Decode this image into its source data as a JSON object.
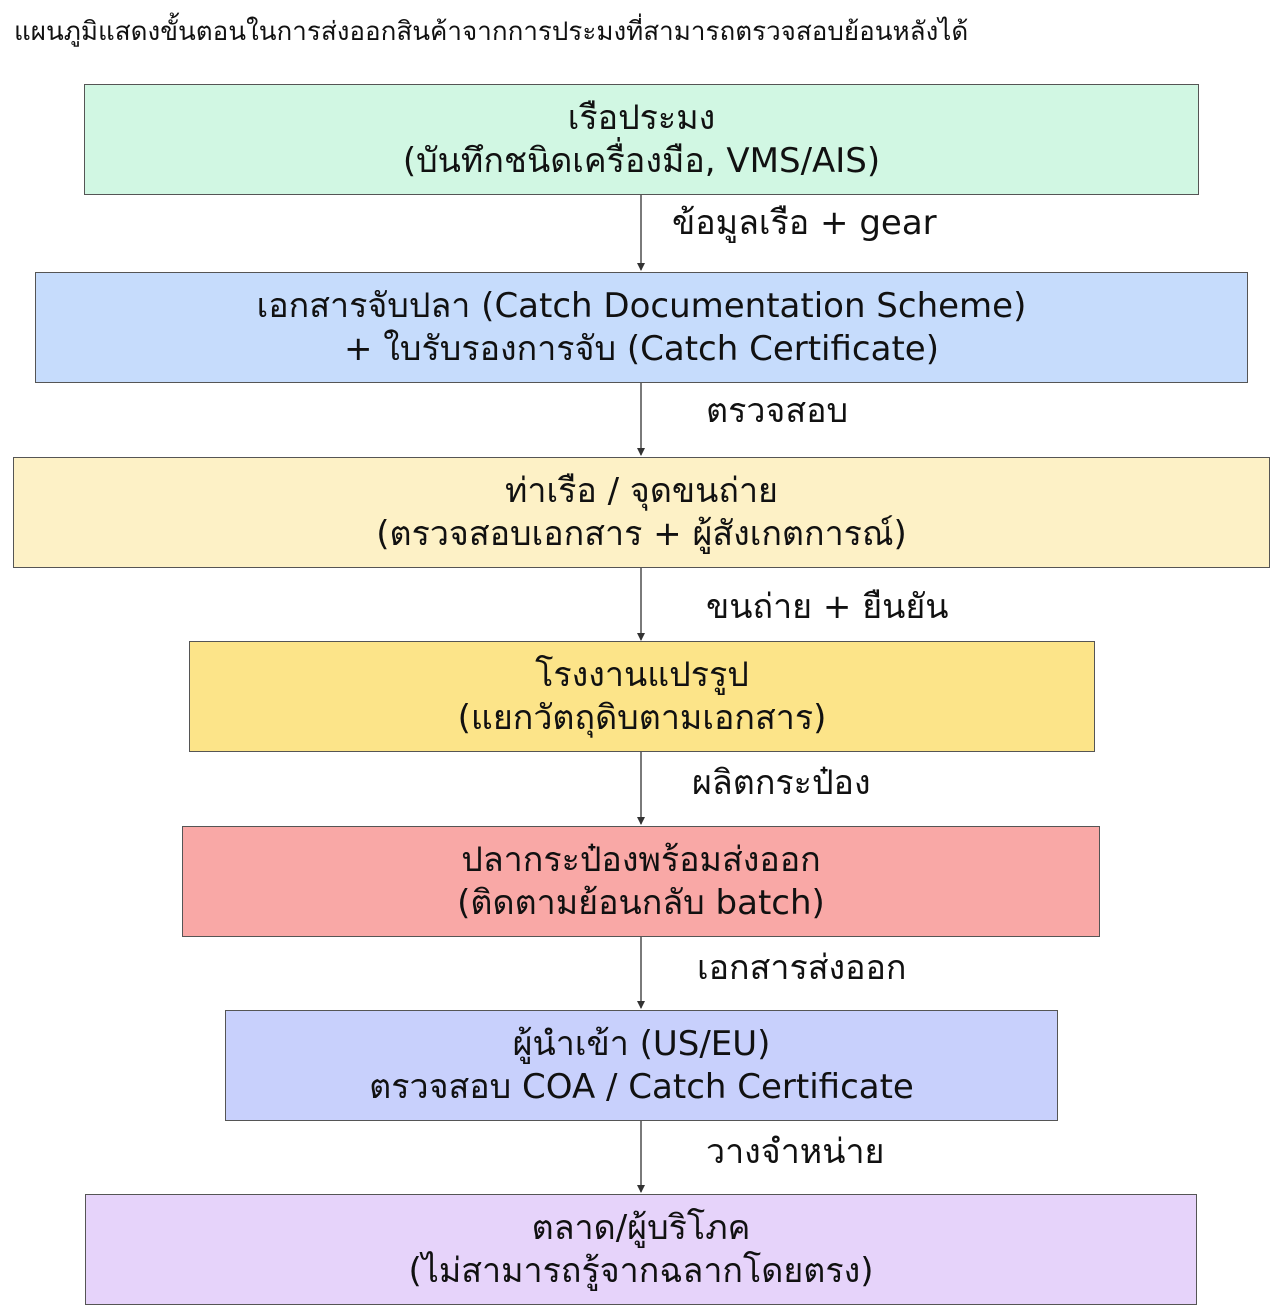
{
  "title": "แผนภูมิแสดงขั้นตอนในการส่งออกสินค้าจากการประมงที่สามารถตรวจสอบย้อนหลังได้",
  "nodes": [
    {
      "id": "fishing-vessel",
      "line1": "เรือประมง",
      "line2": "(บันทึกชนิดเครื่องมือ, VMS/AIS)",
      "color": "#d1f7e3"
    },
    {
      "id": "catch-documentation",
      "line1": "เอกสารจับปลา (Catch Documentation Scheme)",
      "line2": "+ ใบรับรองการจับ (Catch Certificate)",
      "color": "#c6dcfc"
    },
    {
      "id": "port-landing",
      "line1": "ท่าเรือ / จุดขนถ่าย",
      "line2": "(ตรวจสอบเอกสาร + ผู้สังเกตการณ์)",
      "color": "#fdf1c6"
    },
    {
      "id": "processing-plant",
      "line1": "โรงงานแปรรูป",
      "line2": "(แยกวัตถุดิบตามเอกสาร)",
      "color": "#fce489"
    },
    {
      "id": "canned-fish-export",
      "line1": "ปลากระป๋องพร้อมส่งออก",
      "line2": "(ติดตามย้อนกลับ batch)",
      "color": "#f9a8a6"
    },
    {
      "id": "importer",
      "line1": "ผู้นำเข้า (US/EU)",
      "line2": "ตรวจสอบ COA / Catch Certificate",
      "color": "#c8d0fc"
    },
    {
      "id": "market-consumer",
      "line1": "ตลาด/ผู้บริโภค",
      "line2": "(ไม่สามารถรู้จากฉลากโดยตรง)",
      "color": "#e6d3fa"
    }
  ],
  "edges": [
    {
      "from": "fishing-vessel",
      "to": "catch-documentation",
      "label": "ข้อมูลเรือ + gear"
    },
    {
      "from": "catch-documentation",
      "to": "port-landing",
      "label": "ตรวจสอบ"
    },
    {
      "from": "port-landing",
      "to": "processing-plant",
      "label": "ขนถ่าย + ยืนยัน"
    },
    {
      "from": "processing-plant",
      "to": "canned-fish-export",
      "label": "ผลิตกระป๋อง"
    },
    {
      "from": "canned-fish-export",
      "to": "importer",
      "label": "เอกสารส่งออก"
    },
    {
      "from": "importer",
      "to": "market-consumer",
      "label": "วางจำหน่าย"
    }
  ],
  "colors": {
    "border": "#555555",
    "arrow": "#333333",
    "text": "#111111"
  }
}
